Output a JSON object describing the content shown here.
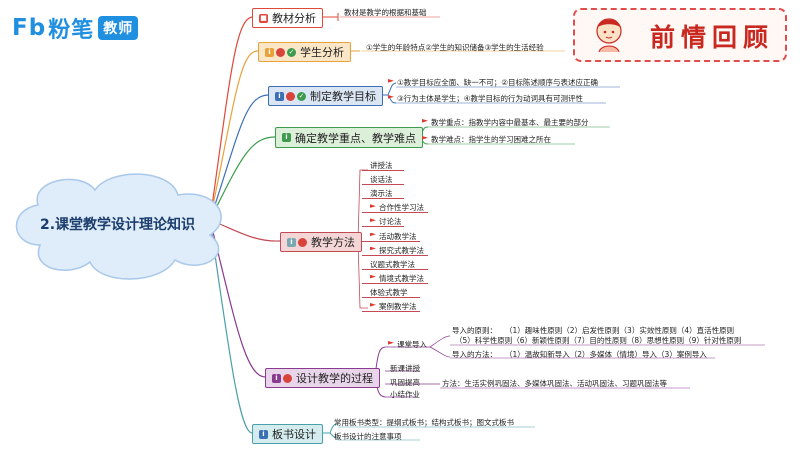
{
  "logo": {
    "mark": "Fb",
    "name": "粉笔",
    "tag": "教师"
  },
  "review_banner": {
    "text": "前情回顾"
  },
  "center": {
    "title": "2.课堂教学设计理论知识"
  },
  "branches": {
    "textbook": {
      "label": "教材分析",
      "leaf": "教材是教学的根据和基础"
    },
    "student": {
      "label": "学生分析",
      "leaf": "①学生的年龄特点②学生的知识储备③学生的生活经验"
    },
    "objectives": {
      "label": "制定教学目标",
      "leaf1": "①教学目标应全面、缺一不可；②目标陈述顺序与表述应正确",
      "leaf2": "③行为主体是学生；④教学目标的行为动词具有可测评性"
    },
    "keypoints": {
      "label": "确定教学重点、教学难点",
      "leaf1": "教学重点：指教学内容中最基本、最主要的部分",
      "leaf2": "教学难点：指学生的学习困难之所在"
    },
    "methods": {
      "label": "教学方法",
      "items": [
        "讲授法",
        "谈话法",
        "演示法",
        "合作性学习法",
        "讨论法",
        "活动教学法",
        "探究式教学法",
        "议题式教学法",
        "情境式教学法",
        "体验式教学",
        "案例教学法"
      ]
    },
    "process": {
      "label": "设计教学的过程",
      "intro": {
        "label": "课堂导入",
        "principles_title": "导入的原则：",
        "principles_line1": "（1）趣味性原则（2）启发性原则（3）实效性原则（4）直活性原则",
        "principles_line2": "（5）科学性原则（6）新颖性原则（7）目的性原则（8）思想性原则（9）针对性原则",
        "methods_title": "导入的方法：",
        "methods_line": "（1）温故知新导入（2）多媒体（情境）导入（3）案例导入"
      },
      "new_lesson": "新课讲授",
      "consolidate": {
        "label": "巩固提高",
        "leaf": "方法：生活实例巩固法、多媒体巩固法、活动巩固法、习题巩固法等"
      },
      "summary": "小结作业"
    },
    "board": {
      "label": "板书设计",
      "leaf1": "常用板书类型：提纲式板书；结构式板书；图文式板书",
      "leaf2": "板书设计的注意事项"
    }
  },
  "colors": {
    "textbook": "#e0483a",
    "student": "#e8a23a",
    "objectives": "#3b6fb6",
    "keypoints": "#3c9b4c",
    "methods": "#c34a55",
    "process": "#8a3a8f",
    "board": "#4aa0aa",
    "center_line": "#bcd4ef"
  }
}
